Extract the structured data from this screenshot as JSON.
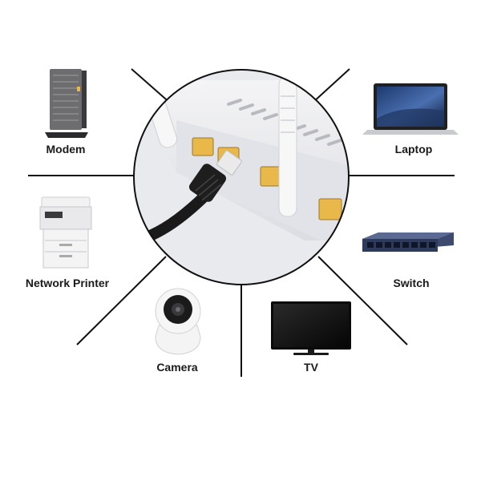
{
  "devices": [
    {
      "id": "modem",
      "label": "Modem",
      "icon": "modem-icon"
    },
    {
      "id": "laptop",
      "label": "Laptop",
      "icon": "laptop-icon"
    },
    {
      "id": "network-printer",
      "label": "Network Printer",
      "icon": "printer-icon"
    },
    {
      "id": "switch",
      "label": "Switch",
      "icon": "network-switch-icon"
    },
    {
      "id": "camera",
      "label": "Camera",
      "icon": "camera-icon"
    },
    {
      "id": "tv",
      "label": "TV",
      "icon": "tv-icon"
    }
  ],
  "hub": {
    "icon": "router-icon"
  },
  "colors": {
    "line": "#111111",
    "port": "#e8b84a",
    "cable": "#1a1a1a",
    "label": "#1a1a1a"
  }
}
